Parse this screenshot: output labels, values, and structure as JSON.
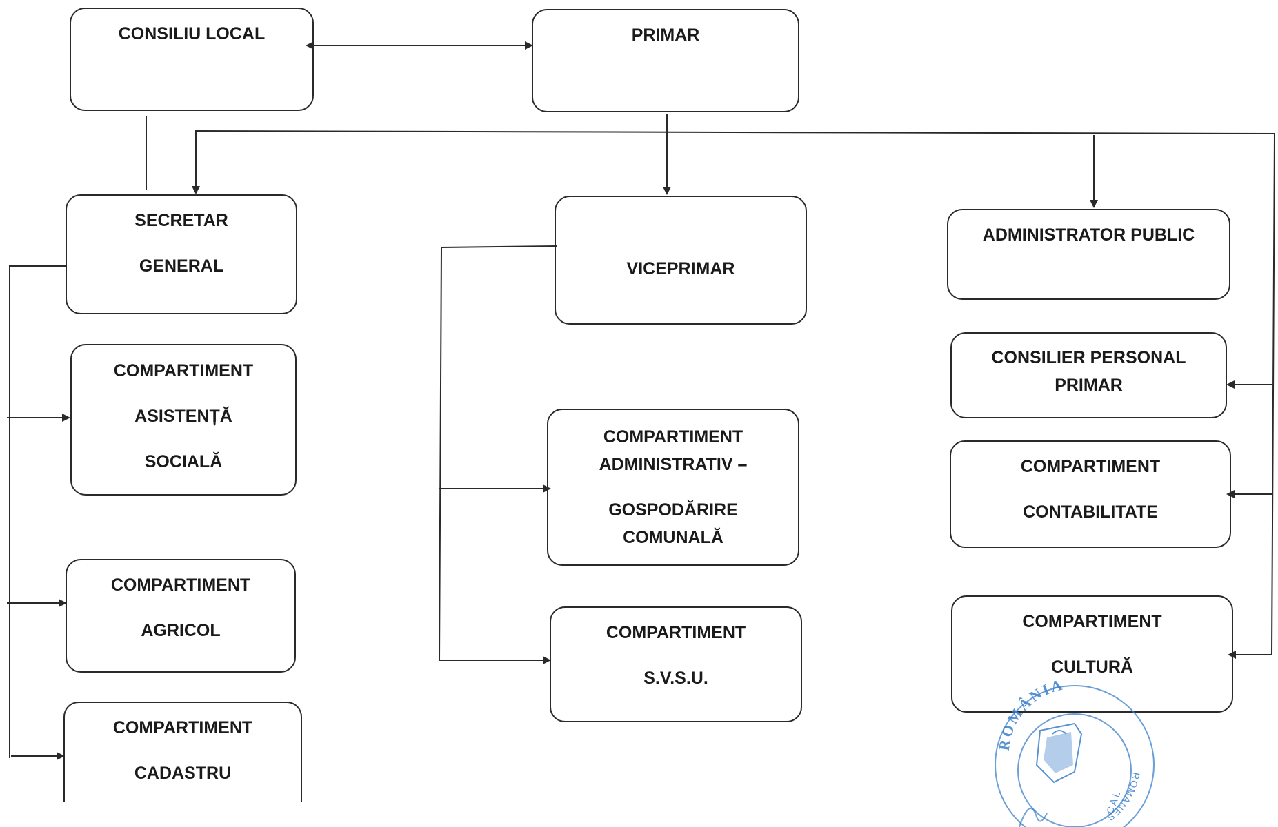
{
  "diagram": {
    "nodes": {
      "consiliu_local": {
        "lines": [
          "CONSILIU LOCAL"
        ]
      },
      "primar": {
        "lines": [
          "PRIMAR"
        ]
      },
      "secretar_general": {
        "lines": [
          "SECRETAR",
          "GENERAL"
        ]
      },
      "viceprimar": {
        "lines": [
          "VICEPRIMAR"
        ]
      },
      "administrator_public": {
        "lines": [
          "ADMINISTRATOR PUBLIC"
        ]
      },
      "comp_asistenta_sociala": {
        "lines": [
          "COMPARTIMENT",
          "ASISTENȚĂ",
          "SOCIALĂ"
        ]
      },
      "comp_agricol": {
        "lines": [
          "COMPARTIMENT",
          "AGRICOL"
        ]
      },
      "comp_cadastru": {
        "lines": [
          "COMPARTIMENT",
          "CADASTRU"
        ]
      },
      "comp_administrativ": {
        "lines": [
          "COMPARTIMENT",
          "ADMINISTRATIV –",
          "GOSPODĂRIRE",
          "COMUNALĂ"
        ]
      },
      "comp_svsu": {
        "lines": [
          "COMPARTIMENT",
          "S.V.S.U."
        ]
      },
      "consilier_personal": {
        "lines": [
          "CONSILIER PERSONAL",
          "PRIMAR"
        ]
      },
      "comp_contabilitate": {
        "lines": [
          "COMPARTIMENT",
          "CONTABILITATE"
        ]
      },
      "comp_cultura": {
        "lines": [
          "COMPARTIMENT",
          "CULTURĂ"
        ]
      }
    },
    "edges": [
      {
        "from": "consiliu_local",
        "to": "primar",
        "type": "bidirectional"
      },
      {
        "from": "consiliu_local",
        "to": "secretar_general",
        "type": "line"
      },
      {
        "from": "primar",
        "to": "secretar_general",
        "type": "arrow"
      },
      {
        "from": "primar",
        "to": "viceprimar",
        "type": "arrow"
      },
      {
        "from": "primar",
        "to": "administrator_public",
        "type": "arrow"
      },
      {
        "from": "secretar_general",
        "to": "comp_asistenta_sociala",
        "type": "arrow"
      },
      {
        "from": "secretar_general",
        "to": "comp_agricol",
        "type": "arrow"
      },
      {
        "from": "secretar_general",
        "to": "comp_cadastru",
        "type": "arrow"
      },
      {
        "from": "viceprimar",
        "to": "comp_administrativ",
        "type": "arrow"
      },
      {
        "from": "viceprimar",
        "to": "comp_svsu",
        "type": "arrow"
      },
      {
        "from": "primar",
        "to": "consilier_personal",
        "type": "arrow"
      },
      {
        "from": "primar",
        "to": "comp_contabilitate",
        "type": "arrow"
      },
      {
        "from": "primar",
        "to": "comp_cultura",
        "type": "arrow"
      }
    ]
  },
  "stamp": {
    "text_top": "ROMÂNIA",
    "text_side": "ROMANEȘTI",
    "text_side2": "C A L",
    "color": "#3a7fc9"
  },
  "colors": {
    "line": "#2a2a2a",
    "text": "#1a1a1a",
    "background": "#ffffff"
  }
}
